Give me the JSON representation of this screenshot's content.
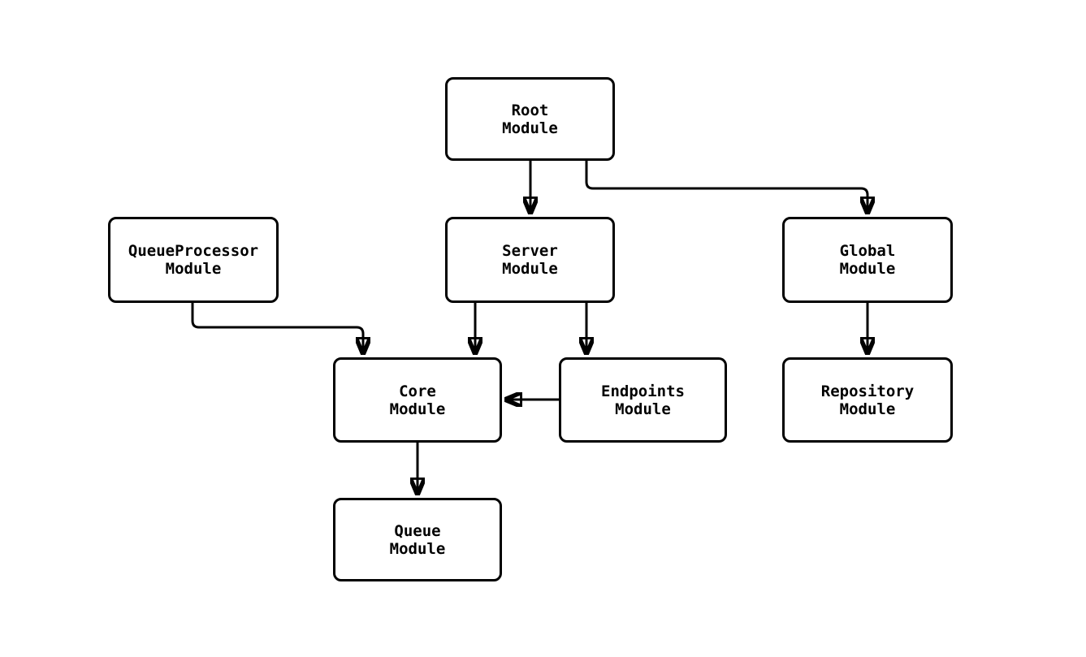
{
  "diagram": {
    "type": "module-dependency-graph",
    "colors": {
      "stroke": "#000000",
      "background": "#ffffff",
      "box_fill": "#ffffff"
    },
    "nodes": {
      "root": {
        "line1": "Root",
        "line2": "Module"
      },
      "queueprocessor": {
        "line1": "QueueProcessor",
        "line2": "Module"
      },
      "server": {
        "line1": "Server",
        "line2": "Module"
      },
      "global": {
        "line1": "Global",
        "line2": "Module"
      },
      "core": {
        "line1": "Core",
        "line2": "Module"
      },
      "endpoints": {
        "line1": "Endpoints",
        "line2": "Module"
      },
      "repository": {
        "line1": "Repository",
        "line2": "Module"
      },
      "queue": {
        "line1": "Queue",
        "line2": "Module"
      }
    },
    "edges": [
      {
        "from": "root",
        "to": "server"
      },
      {
        "from": "root",
        "to": "global"
      },
      {
        "from": "queueprocessor",
        "to": "core"
      },
      {
        "from": "server",
        "to": "core"
      },
      {
        "from": "server",
        "to": "endpoints"
      },
      {
        "from": "endpoints",
        "to": "core"
      },
      {
        "from": "global",
        "to": "repository"
      },
      {
        "from": "core",
        "to": "queue"
      }
    ]
  }
}
